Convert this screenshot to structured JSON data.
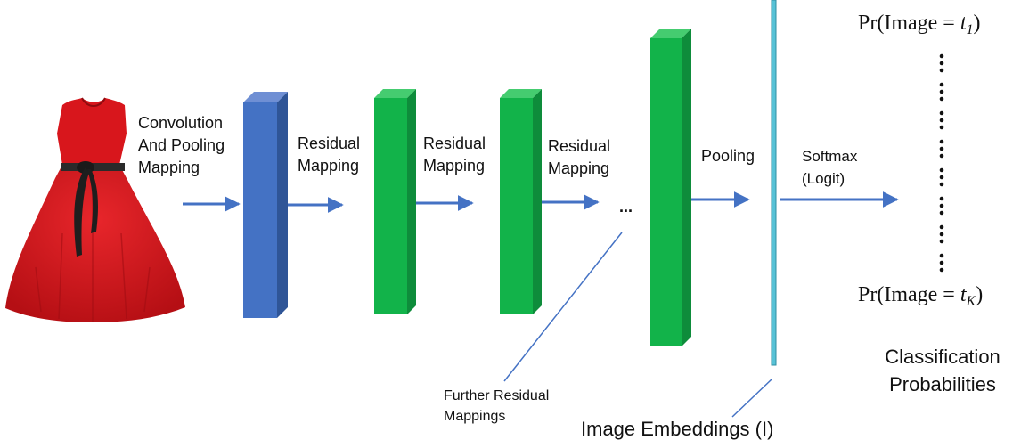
{
  "labels": {
    "convolution": "Convolution\nAnd Pooling\nMapping",
    "residual_1": "Residual\nMapping",
    "residual_2": "Residual\nMapping",
    "residual_3": "Residual\nMapping",
    "ellipsis": "...",
    "pooling": "Pooling",
    "softmax": "Softmax\n(Logit)",
    "further": "Further Residual\nMappings",
    "embeddings": "Image Embeddings (I)",
    "classification": "Classification\nProbabilities"
  },
  "probabilities": {
    "first": {
      "prefix": "Pr(Image = ",
      "var": "t",
      "sub": "1",
      "suffix": ")"
    },
    "last": {
      "prefix": "Pr(Image = ",
      "var": "t",
      "sub": "K",
      "suffix": ")"
    }
  },
  "colors": {
    "conv_block": "#4472c4",
    "res_block": "#12b34a",
    "arrow": "#4472c4",
    "embedding_bar": "#57c2d6",
    "dress": "#d8161c"
  }
}
